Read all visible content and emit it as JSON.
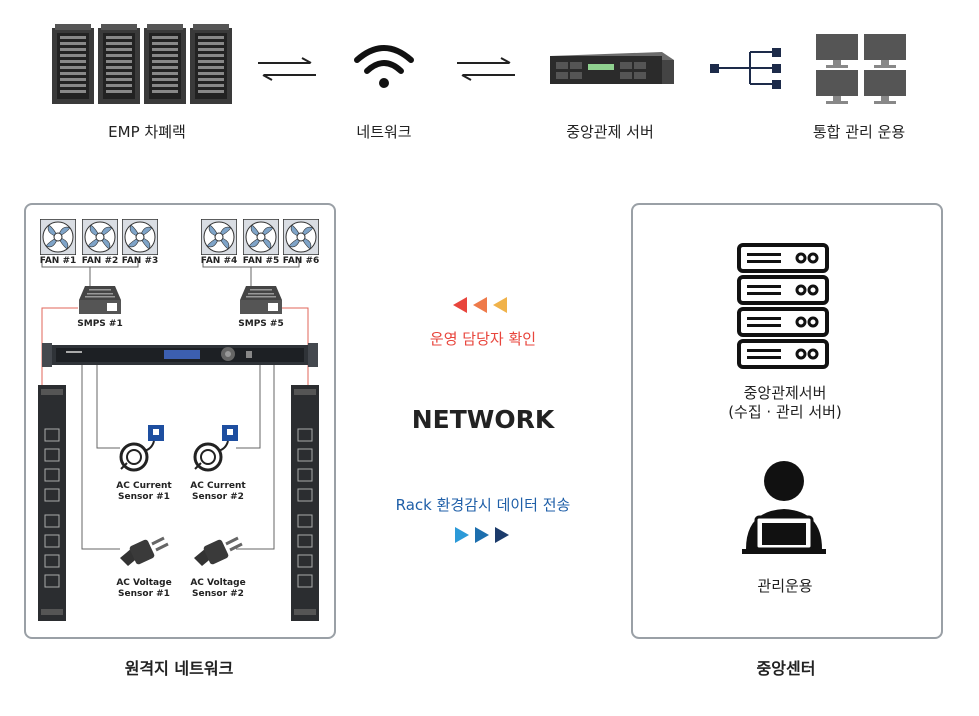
{
  "top_flow": {
    "emp_rack": "EMP 차폐랙",
    "network": "네트워크",
    "central_server": "중앙관제 서버",
    "integrated_ops": "통합 관리 운용"
  },
  "remote": {
    "fans_left": [
      "FAN #1",
      "FAN #2",
      "FAN #3"
    ],
    "fans_right": [
      "FAN #4",
      "FAN #5",
      "FAN #6"
    ],
    "smps_left": "SMPS #1",
    "smps_right": "SMPS #5",
    "ac_current_1": [
      "AC Current",
      "Sensor #1"
    ],
    "ac_current_2": [
      "AC Current",
      "Sensor #2"
    ],
    "ac_voltage_1": [
      "AC Voltage",
      "Sensor #1"
    ],
    "ac_voltage_2": [
      "AC Voltage",
      "Sensor #2"
    ],
    "caption": "원격지 네트워크"
  },
  "middle": {
    "operator_check": "운영 담당자 확인",
    "network": "NETWORK",
    "rack_transfer": "Rack 환경감시 데이터 전송",
    "color_red": "#e8453c",
    "color_blue": "#1f5fa8"
  },
  "central": {
    "server_line1": "중앙관제서버",
    "server_line2": "(수집 · 관리 서버)",
    "operations": "관리운용",
    "caption": "중앙센터"
  }
}
